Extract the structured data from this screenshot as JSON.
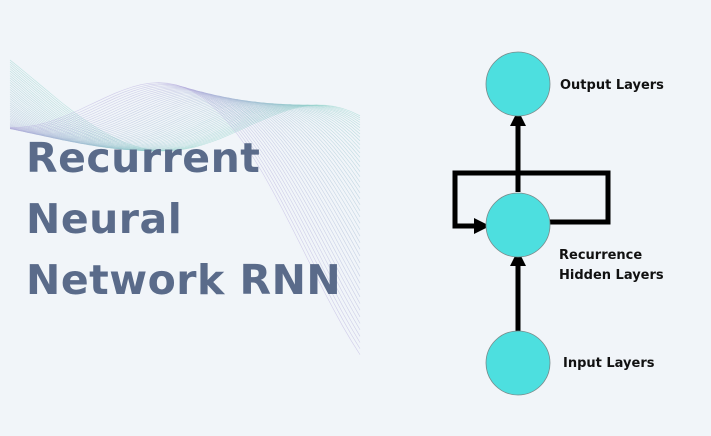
{
  "title": {
    "line1": "Recurrent",
    "line2": "Neural",
    "line3": "Network RNN"
  },
  "nodes": {
    "output": {
      "label": "Output Layers"
    },
    "hidden": {
      "label_line1": "Recurrence",
      "label_line2": "Hidden Layers"
    },
    "input": {
      "label": "Input Layers"
    }
  },
  "colors": {
    "background": "#f1f5f9",
    "node_fill": "#4ddfdf",
    "title_text": "#5a6b8a",
    "arrow": "#000000"
  }
}
